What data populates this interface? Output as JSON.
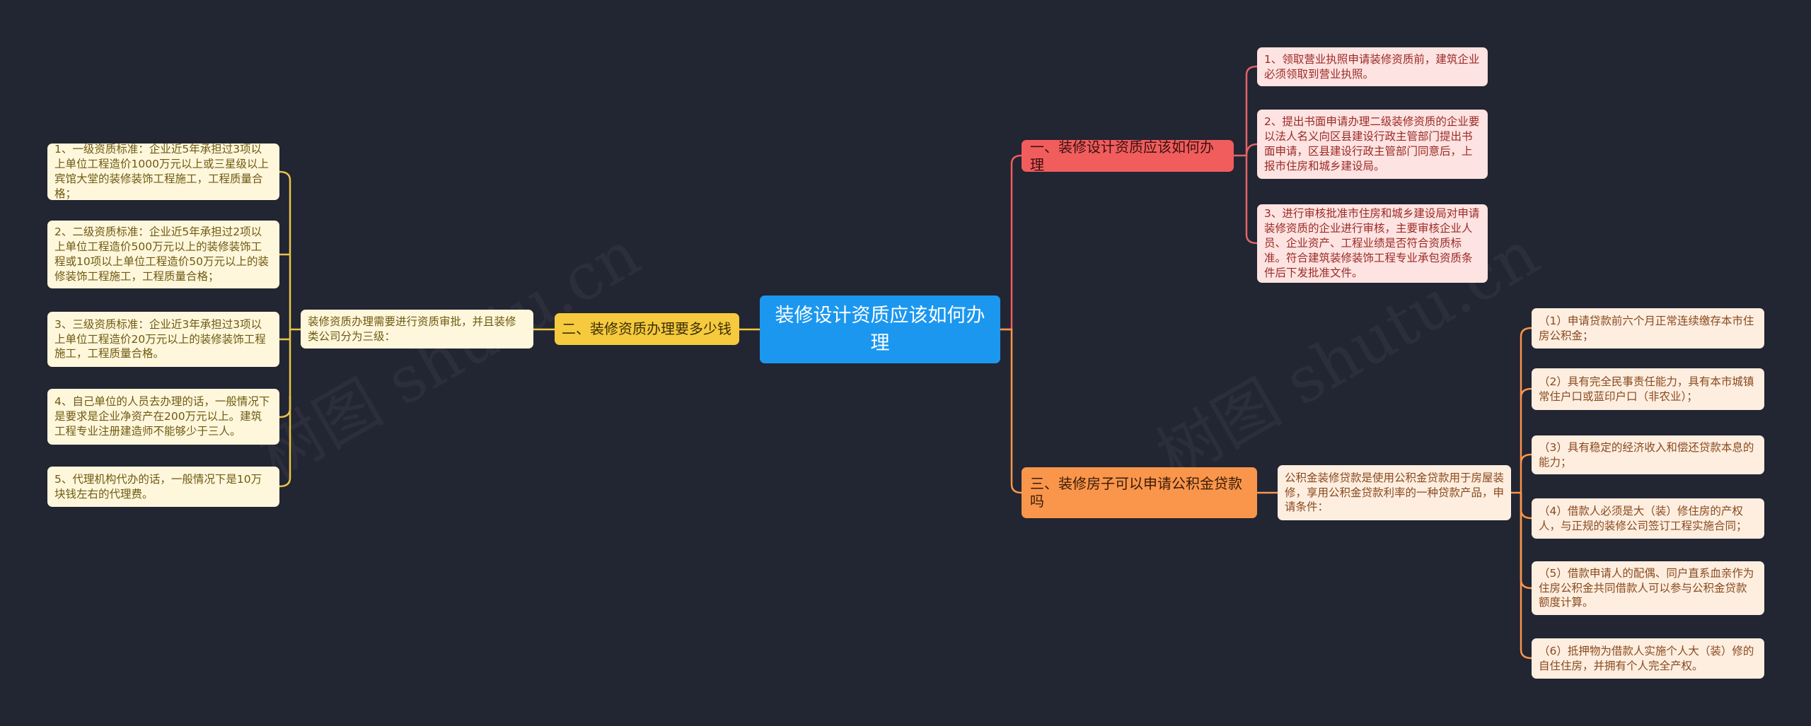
{
  "root": {
    "title": "装修设计资质应该如何办理"
  },
  "branches": [
    {
      "label": "一、装修设计资质应该如何办理",
      "leaves": [
        "1、领取营业执照申请装修资质前，建筑企业必须领取到营业执照。",
        "2、提出书面申请办理二级装修资质的企业要以法人名义向区县建设行政主管部门提出书面申请，区县建设行政主管部门同意后，上报市住房和城乡建设局。",
        "3、进行审核批准市住房和城乡建设局对申请装修资质的企业进行审核，主要审核企业人员、企业资产、工程业绩是否符合资质标准。符合建筑装修装饰工程专业承包资质条件后下发批准文件。"
      ]
    },
    {
      "label": "二、装修资质办理要多少钱",
      "intro": "装修资质办理需要进行资质审批，并且装修类公司分为三级：",
      "leaves": [
        "1、一级资质标准：企业近5年承担过3项以上单位工程造价1000万元以上或三星级以上宾馆大堂的装修装饰工程施工，工程质量合格；",
        "2、二级资质标准：企业近5年承担过2项以上单位工程造价500万元以上的装修装饰工程或10项以上单位工程造价50万元以上的装修装饰工程施工，工程质量合格；",
        "3、三级资质标准：企业近3年承担过3项以上单位工程造价20万元以上的装修装饰工程施工，工程质量合格。",
        "4、自己单位的人员去办理的话，一般情况下是要求是企业净资产在200万元以上。建筑工程专业注册建造师不能够少于三人。",
        "5、代理机构代办的话，一般情况下是10万块钱左右的代理费。"
      ]
    },
    {
      "label": "三、装修房子可以申请公积金贷款吗",
      "intro": "公积金装修贷款是使用公积金贷款用于房屋装修，享用公积金贷款利率的一种贷款产品，申请条件：",
      "leaves": [
        "（1）申请贷款前六个月正常连续缴存本市住房公积金；",
        "（2）具有完全民事责任能力，具有本市城镇常住户口或蓝印户口（非农业）；",
        "（3）具有稳定的经济收入和偿还贷款本息的能力；",
        "（4）借款人必须是大（装）修住房的产权人，与正规的装修公司签订工程实施合同；",
        "（5）借款申请人的配偶、同户直系血亲作为住房公积金共同借款人可以参与公积金贷款额度计算。",
        "（6）抵押物为借款人实施个人大（装）修的自住住房，并拥有个人完全产权。"
      ]
    }
  ],
  "watermark": "树图 shutu.cn",
  "colors": {
    "background": "#222532",
    "root": "#1b97ef",
    "branch1": "#f15d5d",
    "branch2": "#f6ca3e",
    "branch3": "#f9964c"
  }
}
